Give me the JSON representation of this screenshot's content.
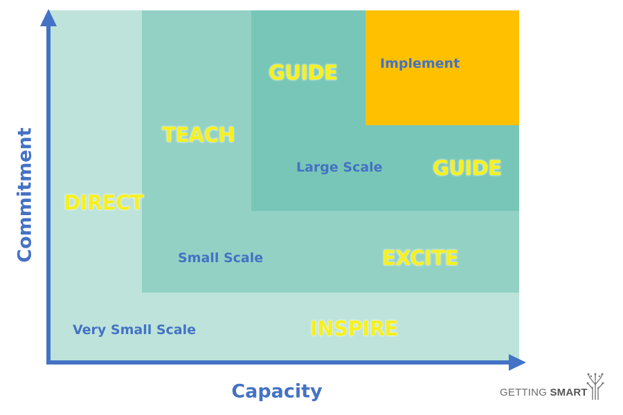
{
  "axes": {
    "y_label": "Commitment",
    "x_label": "Capacity"
  },
  "zones": [
    {
      "stage": "DIRECT",
      "scale": "Very Small  Scale",
      "stage2": "INSPIRE",
      "color": "#bde3db"
    },
    {
      "stage": "TEACH",
      "scale": "Small  Scale",
      "stage2": "EXCITE",
      "color": "#93d1c5"
    },
    {
      "stage": "GUIDE",
      "scale": "Large  Scale",
      "stage2": "GUIDE",
      "color": "#78c6b7"
    },
    {
      "stage": "Implement",
      "color": "#ffc000"
    }
  ],
  "colors": {
    "axis": "#4472c4",
    "stage_text": "#f6f01f"
  },
  "logo": {
    "text_regular": "GETTING ",
    "text_bold": "SMART",
    "icon": "tree-icon"
  }
}
